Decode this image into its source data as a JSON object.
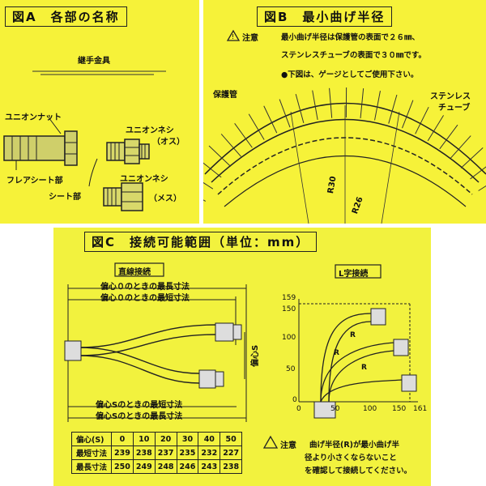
{
  "panelA": {
    "title": "図A　各部の名称",
    "joint": "継手金具",
    "union_nut": "ユニオンナット",
    "union_screw_male": "ユニオンネシ",
    "male": "（オス）",
    "flare_seat": "フレアシート部",
    "seat": "シート部",
    "union_screw_female": "ユニオンネシ",
    "female": "（メス）"
  },
  "panelB": {
    "title": "図B　最小曲げ半径",
    "caution_label": "注意",
    "line1": "最小曲げ半径は保護管の表面で２６㎜、",
    "line2": "ステンレスチューブの表面で３０㎜です。",
    "line3": "●下図は、ゲージとしてご使用下さい。",
    "protect_tube": "保護管",
    "stainless1": "ステンレス",
    "stainless2": "チューブ",
    "r30": "R30",
    "r26": "R26"
  },
  "panelC": {
    "title": "図C　接続可能範囲（単位：mm）",
    "straight": "直線接続",
    "lshape": "L字接続",
    "o_long": "偏心０のときの最長寸法",
    "o_short": "偏心０のときの最短寸法",
    "s_short": "偏心Sのときの最短寸法",
    "s_long": "偏心Sのときの最長寸法",
    "offset_s": "偏心S",
    "caution_label": "注意",
    "caution1": "曲げ半径(R)が最小曲げ半",
    "caution2": "径より小さくならないこと",
    "caution3": "を確認して接続してください。",
    "r_label": "R",
    "y_ticks": [
      "159",
      "150",
      "100",
      "50",
      "0"
    ],
    "x_ticks": [
      "0",
      "50",
      "100",
      "150",
      "161"
    ],
    "table": {
      "headers": [
        "偏心(S)",
        "0",
        "10",
        "20",
        "30",
        "40",
        "50"
      ],
      "rows": [
        {
          "label": "最短寸法",
          "values": [
            "239",
            "238",
            "237",
            "235",
            "232",
            "227"
          ]
        },
        {
          "label": "最長寸法",
          "values": [
            "250",
            "249",
            "248",
            "246",
            "243",
            "238"
          ]
        }
      ]
    }
  }
}
